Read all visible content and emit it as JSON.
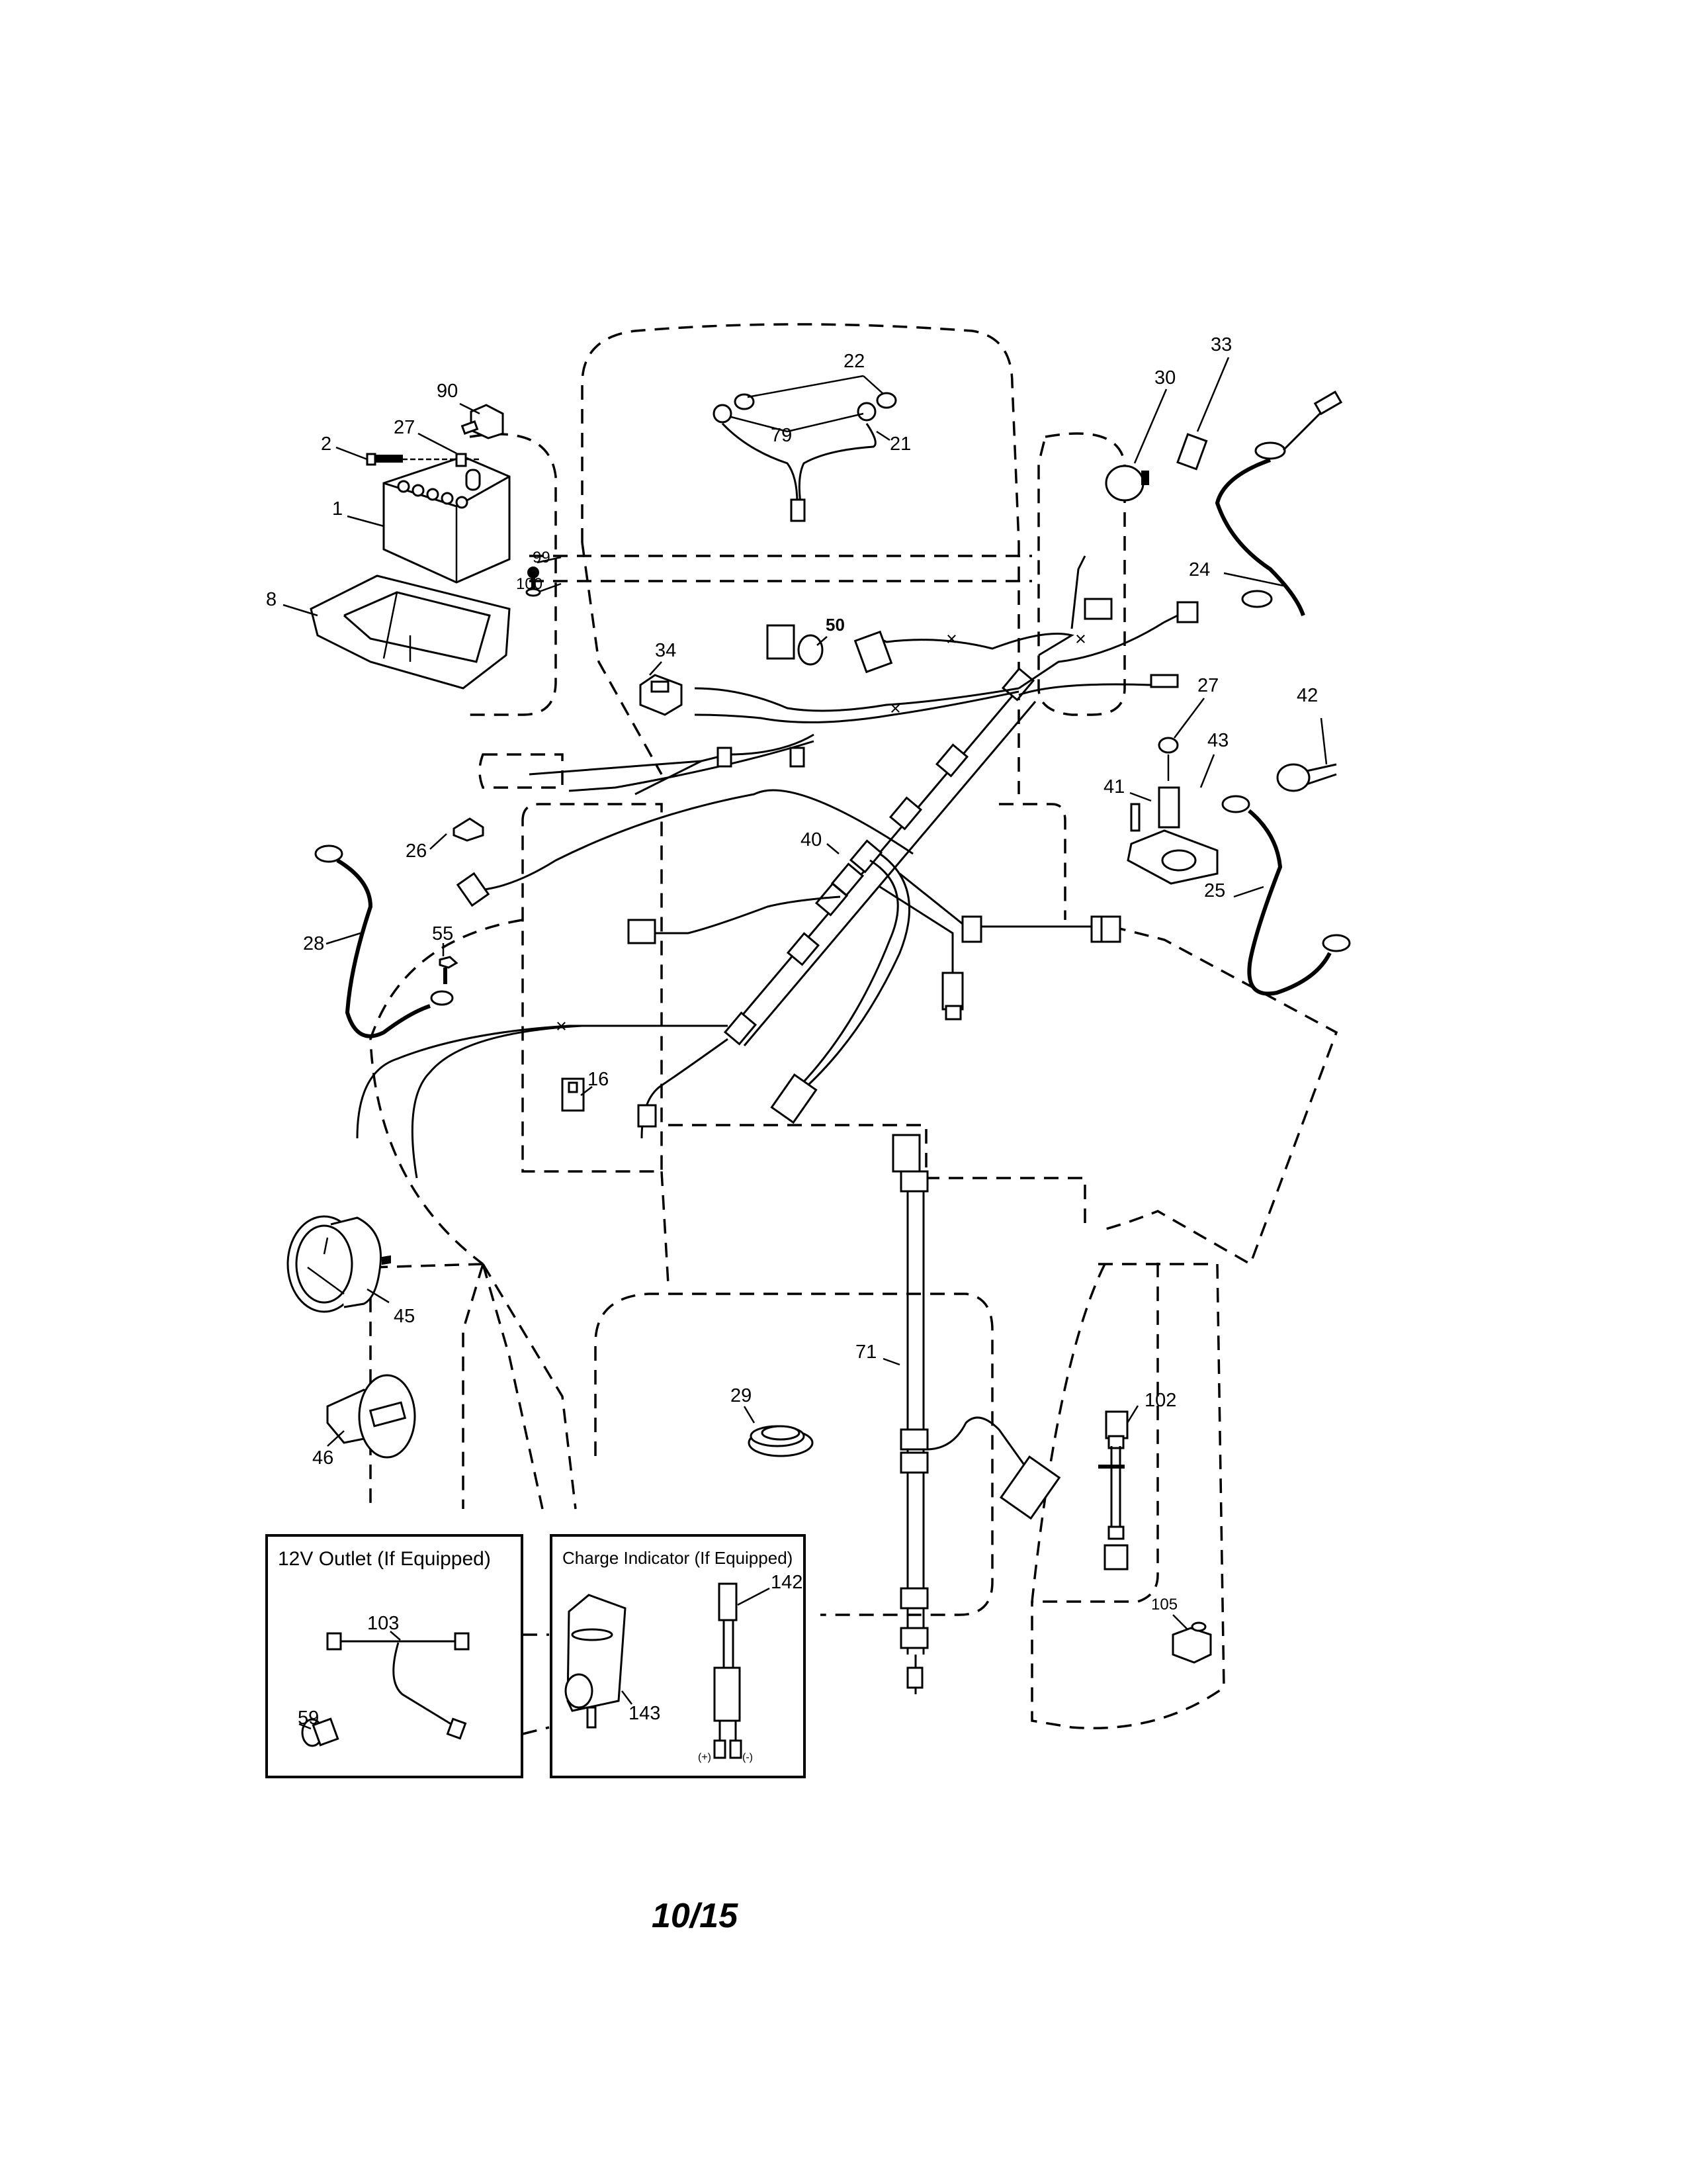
{
  "document": {
    "type": "parts-diagram",
    "subject": "Electrical system wiring diagram",
    "page_number": "10/15"
  },
  "callouts": [
    {
      "id": "90",
      "label": "90"
    },
    {
      "id": "27a",
      "label": "27"
    },
    {
      "id": "2",
      "label": "2"
    },
    {
      "id": "1",
      "label": "1"
    },
    {
      "id": "99",
      "label": "99"
    },
    {
      "id": "100",
      "label": "100"
    },
    {
      "id": "8",
      "label": "8"
    },
    {
      "id": "22",
      "label": "22"
    },
    {
      "id": "79",
      "label": "79"
    },
    {
      "id": "21",
      "label": "21"
    },
    {
      "id": "30",
      "label": "30"
    },
    {
      "id": "33",
      "label": "33"
    },
    {
      "id": "24",
      "label": "24"
    },
    {
      "id": "34",
      "label": "34"
    },
    {
      "id": "50",
      "label": "50"
    },
    {
      "id": "27b",
      "label": "27"
    },
    {
      "id": "42",
      "label": "42"
    },
    {
      "id": "43",
      "label": "43"
    },
    {
      "id": "41",
      "label": "41"
    },
    {
      "id": "26",
      "label": "26"
    },
    {
      "id": "40",
      "label": "40"
    },
    {
      "id": "25",
      "label": "25"
    },
    {
      "id": "28",
      "label": "28"
    },
    {
      "id": "55",
      "label": "55"
    },
    {
      "id": "16",
      "label": "16"
    },
    {
      "id": "45",
      "label": "45"
    },
    {
      "id": "46",
      "label": "46"
    },
    {
      "id": "71",
      "label": "71"
    },
    {
      "id": "29",
      "label": "29"
    },
    {
      "id": "102",
      "label": "102"
    },
    {
      "id": "105",
      "label": "105"
    },
    {
      "id": "103",
      "label": "103"
    },
    {
      "id": "59",
      "label": "59"
    },
    {
      "id": "142",
      "label": "142"
    },
    {
      "id": "143",
      "label": "143"
    }
  ],
  "insets": {
    "outlet": {
      "title": "12V Outlet  (If Equipped)"
    },
    "charge": {
      "title": "Charge Indicator (If Equipped)",
      "plus_label": "(+)",
      "minus_label": "(-)"
    }
  }
}
